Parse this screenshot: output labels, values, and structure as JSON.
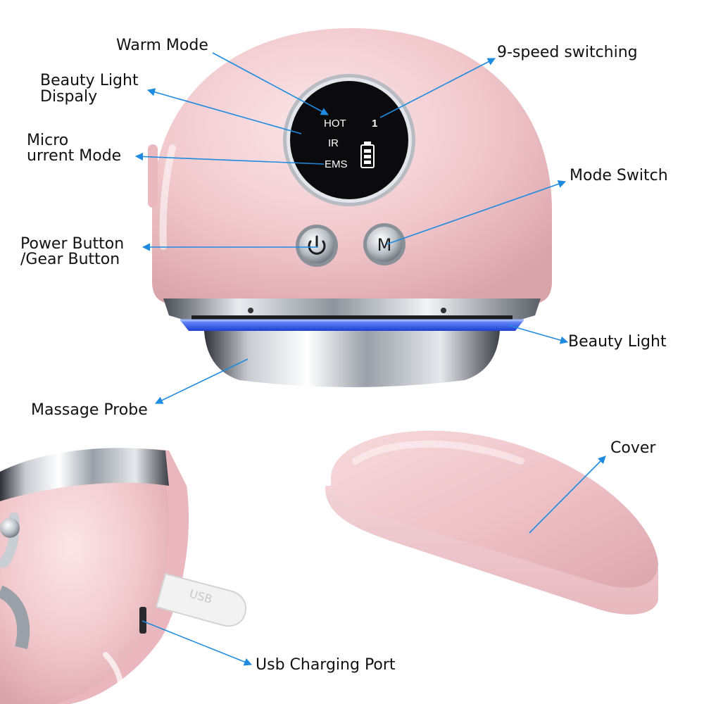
{
  "device_display": {
    "hot": "HOT",
    "ir": "IR",
    "ems": "EMS",
    "level": "1"
  },
  "buttons": {
    "mode_letter": "M"
  },
  "usb_plug_text": "USB",
  "labels": {
    "warm_mode": "Warm Mode",
    "beauty_light_display_1": "Beauty Light",
    "beauty_light_display_2": "Dispaly",
    "microcurrent_1": "Micro",
    "microcurrent_2": "urrent Mode",
    "power_button_1": "Power Button",
    "power_button_2": "/Gear Button",
    "speed_switching": "9-speed switching",
    "mode_switch": "Mode Switch",
    "beauty_light": "Beauty Light",
    "massage_probe": "Massage Probe",
    "cover": "Cover",
    "usb_port": "Usb Charging Port"
  },
  "colors": {
    "body_pink": "#f0c6cb",
    "screen": "#0b0b0d",
    "chrome": "#c9cdd3",
    "blue_light": "#3f6fff",
    "arrow_blue": "#1f8be0"
  }
}
